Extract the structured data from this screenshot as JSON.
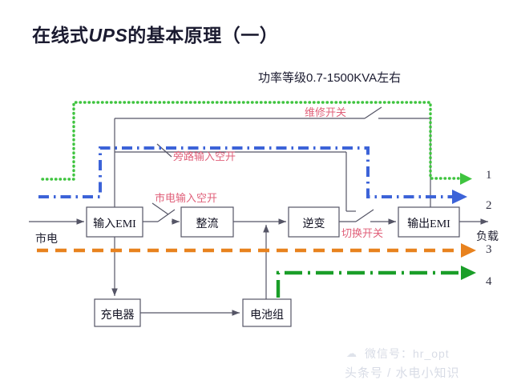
{
  "header": {
    "title_prefix": "在线式",
    "title_em": "UPS",
    "title_suffix": "的基本原理（一）",
    "subtitle": "功率等级0.7-1500KVA左右"
  },
  "blocks": [
    {
      "id": "input-emi",
      "label": "输入EMI"
    },
    {
      "id": "rectifier",
      "label": "整流"
    },
    {
      "id": "inverter",
      "label": "逆变"
    },
    {
      "id": "output-emi",
      "label": "输出EMI"
    },
    {
      "id": "charger",
      "label": "充电器"
    },
    {
      "id": "battery",
      "label": "电池组"
    }
  ],
  "switch_labels": [
    {
      "id": "maintenance-switch",
      "label": "维修开关"
    },
    {
      "id": "bypass-input-breaker",
      "label": "旁路输入空开"
    },
    {
      "id": "mains-input-breaker",
      "label": "市电输入空开"
    },
    {
      "id": "transfer-switch",
      "label": "切换开关"
    }
  ],
  "terminals": {
    "mains": "市电",
    "load": "负载"
  },
  "path_numbers": [
    "1",
    "2",
    "3",
    "4"
  ],
  "path_colors": {
    "path1_green_dotted": "#3fc43f",
    "path2_blue_dashdot": "#3c63d8",
    "path3_orange_dashed": "#e8821e",
    "path4_green_dashdot": "#1a9e28",
    "wire": "#555566",
    "red_text": "#e0607a"
  },
  "watermark": {
    "icon": "chat-cloud-icon",
    "line1": "微信号：hr_opt",
    "line2": "头条号 / 水电小知识"
  }
}
